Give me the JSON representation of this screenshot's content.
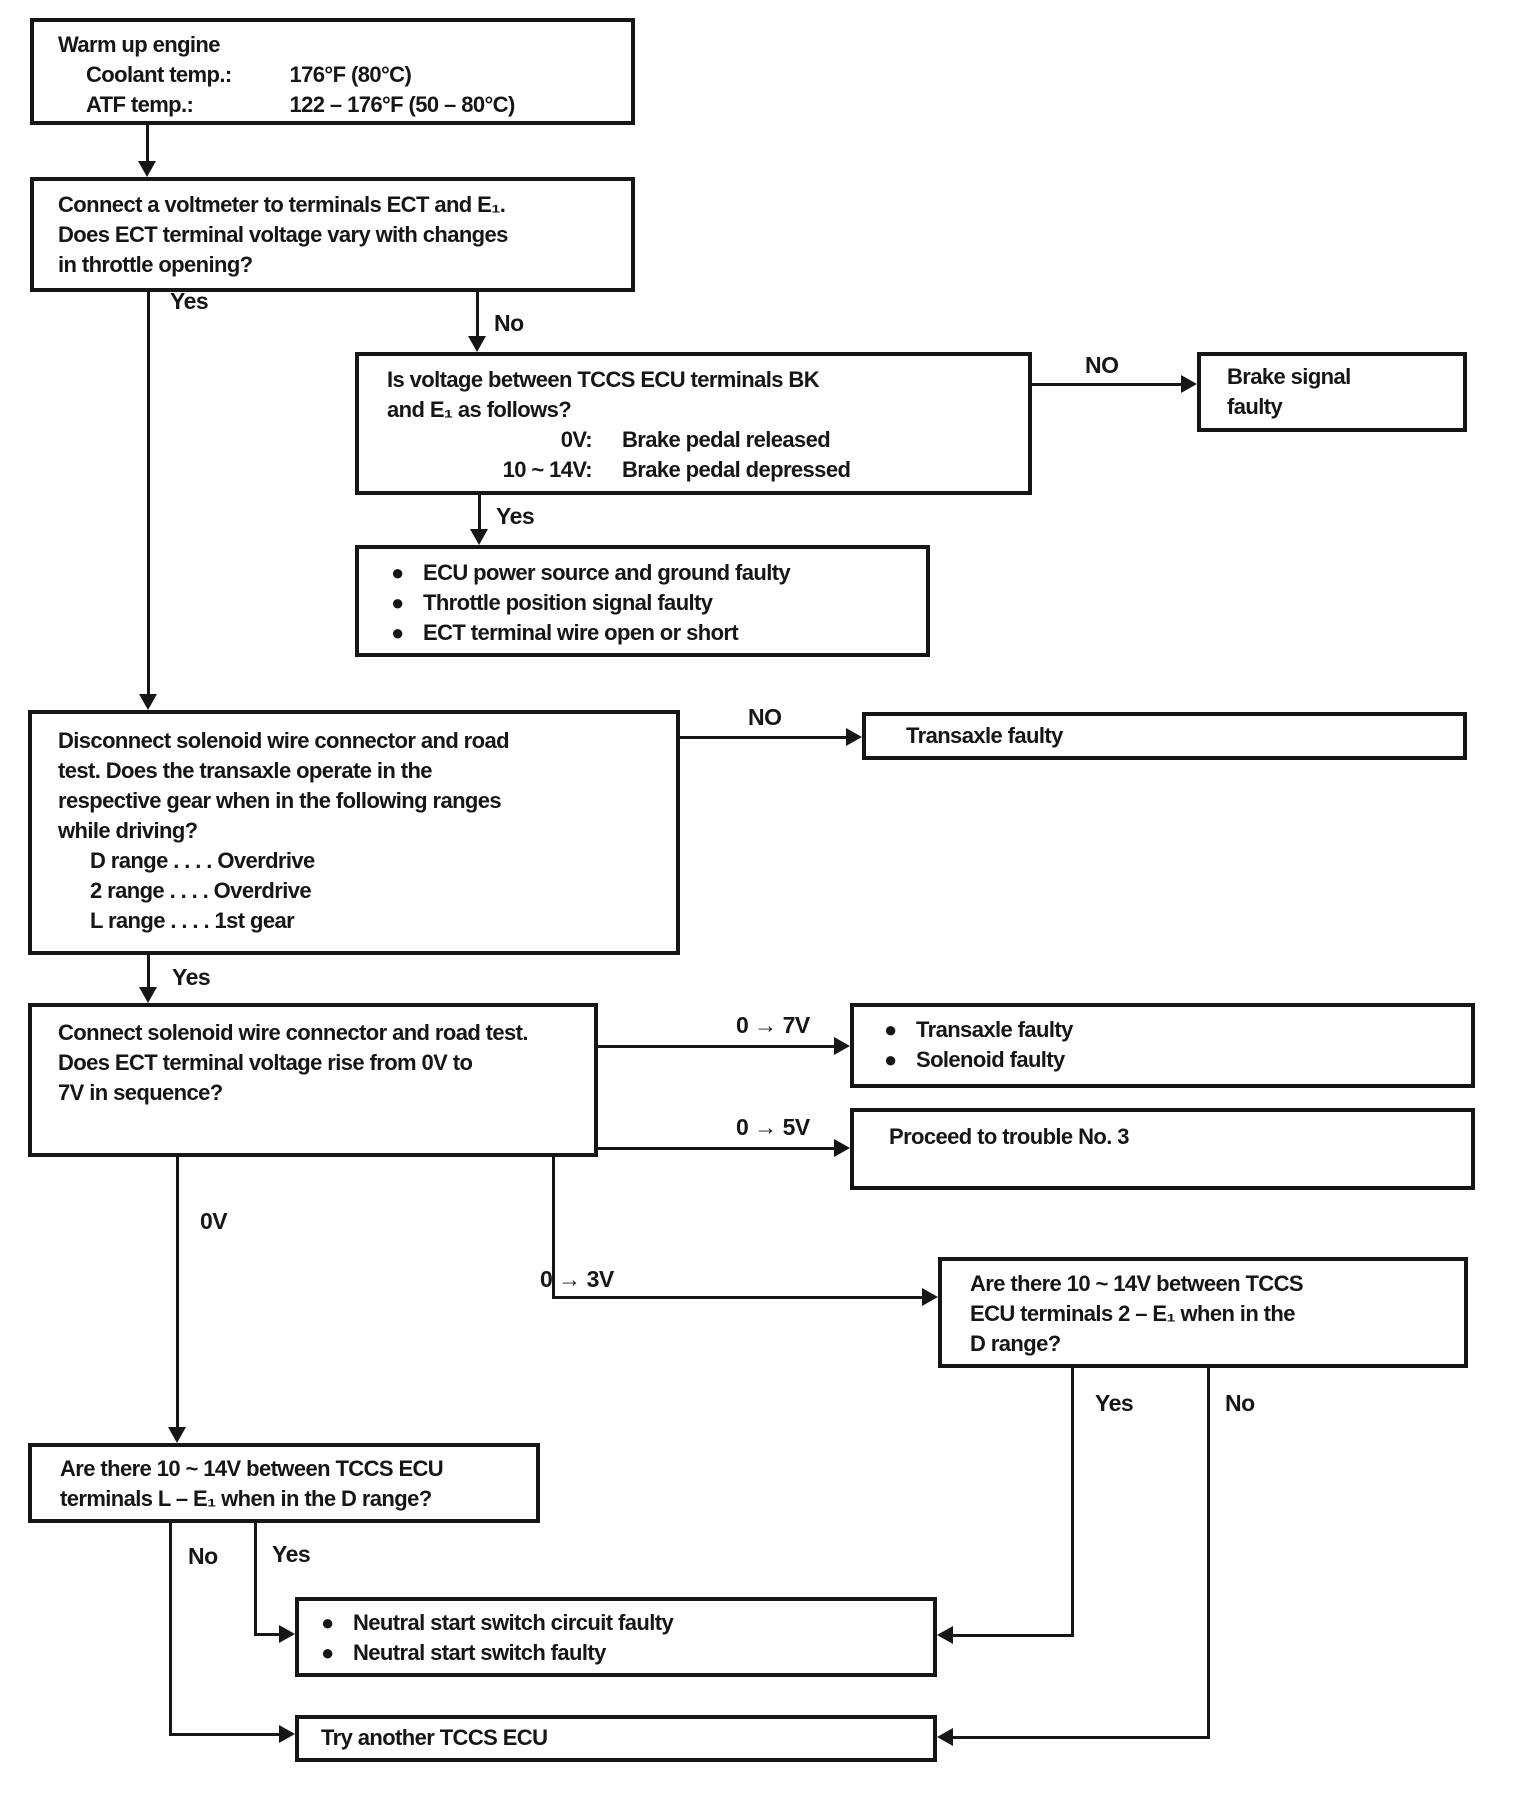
{
  "glyphs": {
    "bullet": "●"
  },
  "nodes": {
    "warmup": {
      "line1": "Warm up engine",
      "coolant_label": "Coolant temp.:",
      "coolant_value": "176°F (80°C)",
      "atf_label": "ATF temp.:",
      "atf_value": "122 – 176°F (50 – 80°C)"
    },
    "voltmeter": {
      "line1": "Connect a voltmeter to terminals ECT and E₁.",
      "line2": "Does ECT terminal voltage vary with changes",
      "line3": "in throttle opening?"
    },
    "bk_check": {
      "line1": "Is voltage between TCCS ECU terminals BK",
      "line2": "and E₁ as follows?",
      "released_label": "0V:",
      "released_text": "Brake pedal released",
      "depressed_label": "10 ~ 14V:",
      "depressed_text": "Brake pedal depressed"
    },
    "brake_signal_faulty": {
      "line1": "Brake signal",
      "line2": "faulty"
    },
    "ecu_faults": {
      "items": [
        "ECU power source and ground faulty",
        "Throttle position signal faulty",
        "ECT terminal wire open or short"
      ]
    },
    "road_test_disconnected": {
      "line1": "Disconnect solenoid wire connector and road",
      "line2": "test. Does the transaxle operate in the",
      "line3": "respective gear when in the following ranges",
      "line4": "while driving?",
      "range1": "D range . . . . Overdrive",
      "range2": "2 range . . . . Overdrive",
      "range3": "L range . . . . 1st gear"
    },
    "transaxle_faulty": {
      "line1": "Transaxle faulty"
    },
    "road_test_connected": {
      "line1": "Connect solenoid wire connector and road test.",
      "line2": "Does ECT terminal voltage rise from 0V to",
      "line3": "7V in sequence?"
    },
    "transaxle_solenoid_faulty": {
      "items": [
        "Transaxle faulty",
        "Solenoid faulty"
      ]
    },
    "proceed_trouble3": {
      "line1": "Proceed to trouble No. 3"
    },
    "check_2_e1": {
      "line1": "Are there 10 ~ 14V between TCCS",
      "line2": "ECU terminals 2 – E₁ when in the",
      "line3": "D range?"
    },
    "check_l_e1": {
      "line1": "Are there 10 ~ 14V between TCCS ECU",
      "line2": "terminals L – E₁ when in the D range?"
    },
    "neutral_switch": {
      "items": [
        "Neutral start switch circuit faulty",
        "Neutral start switch faulty"
      ]
    },
    "try_ecu": {
      "line1": "Try another TCCS ECU"
    }
  },
  "edges": {
    "b_yes": "Yes",
    "b_no": "No",
    "c_no": "NO",
    "c_yes": "Yes",
    "f_no": "NO",
    "f_yes": "Yes",
    "h_7v": "0 → 7V",
    "h_5v": "0 → 5V",
    "h_3v": "0 → 3V",
    "h_0v": "0V",
    "l_no": "No",
    "l_yes": "Yes",
    "q_yes": "Yes",
    "q_no": "No"
  }
}
